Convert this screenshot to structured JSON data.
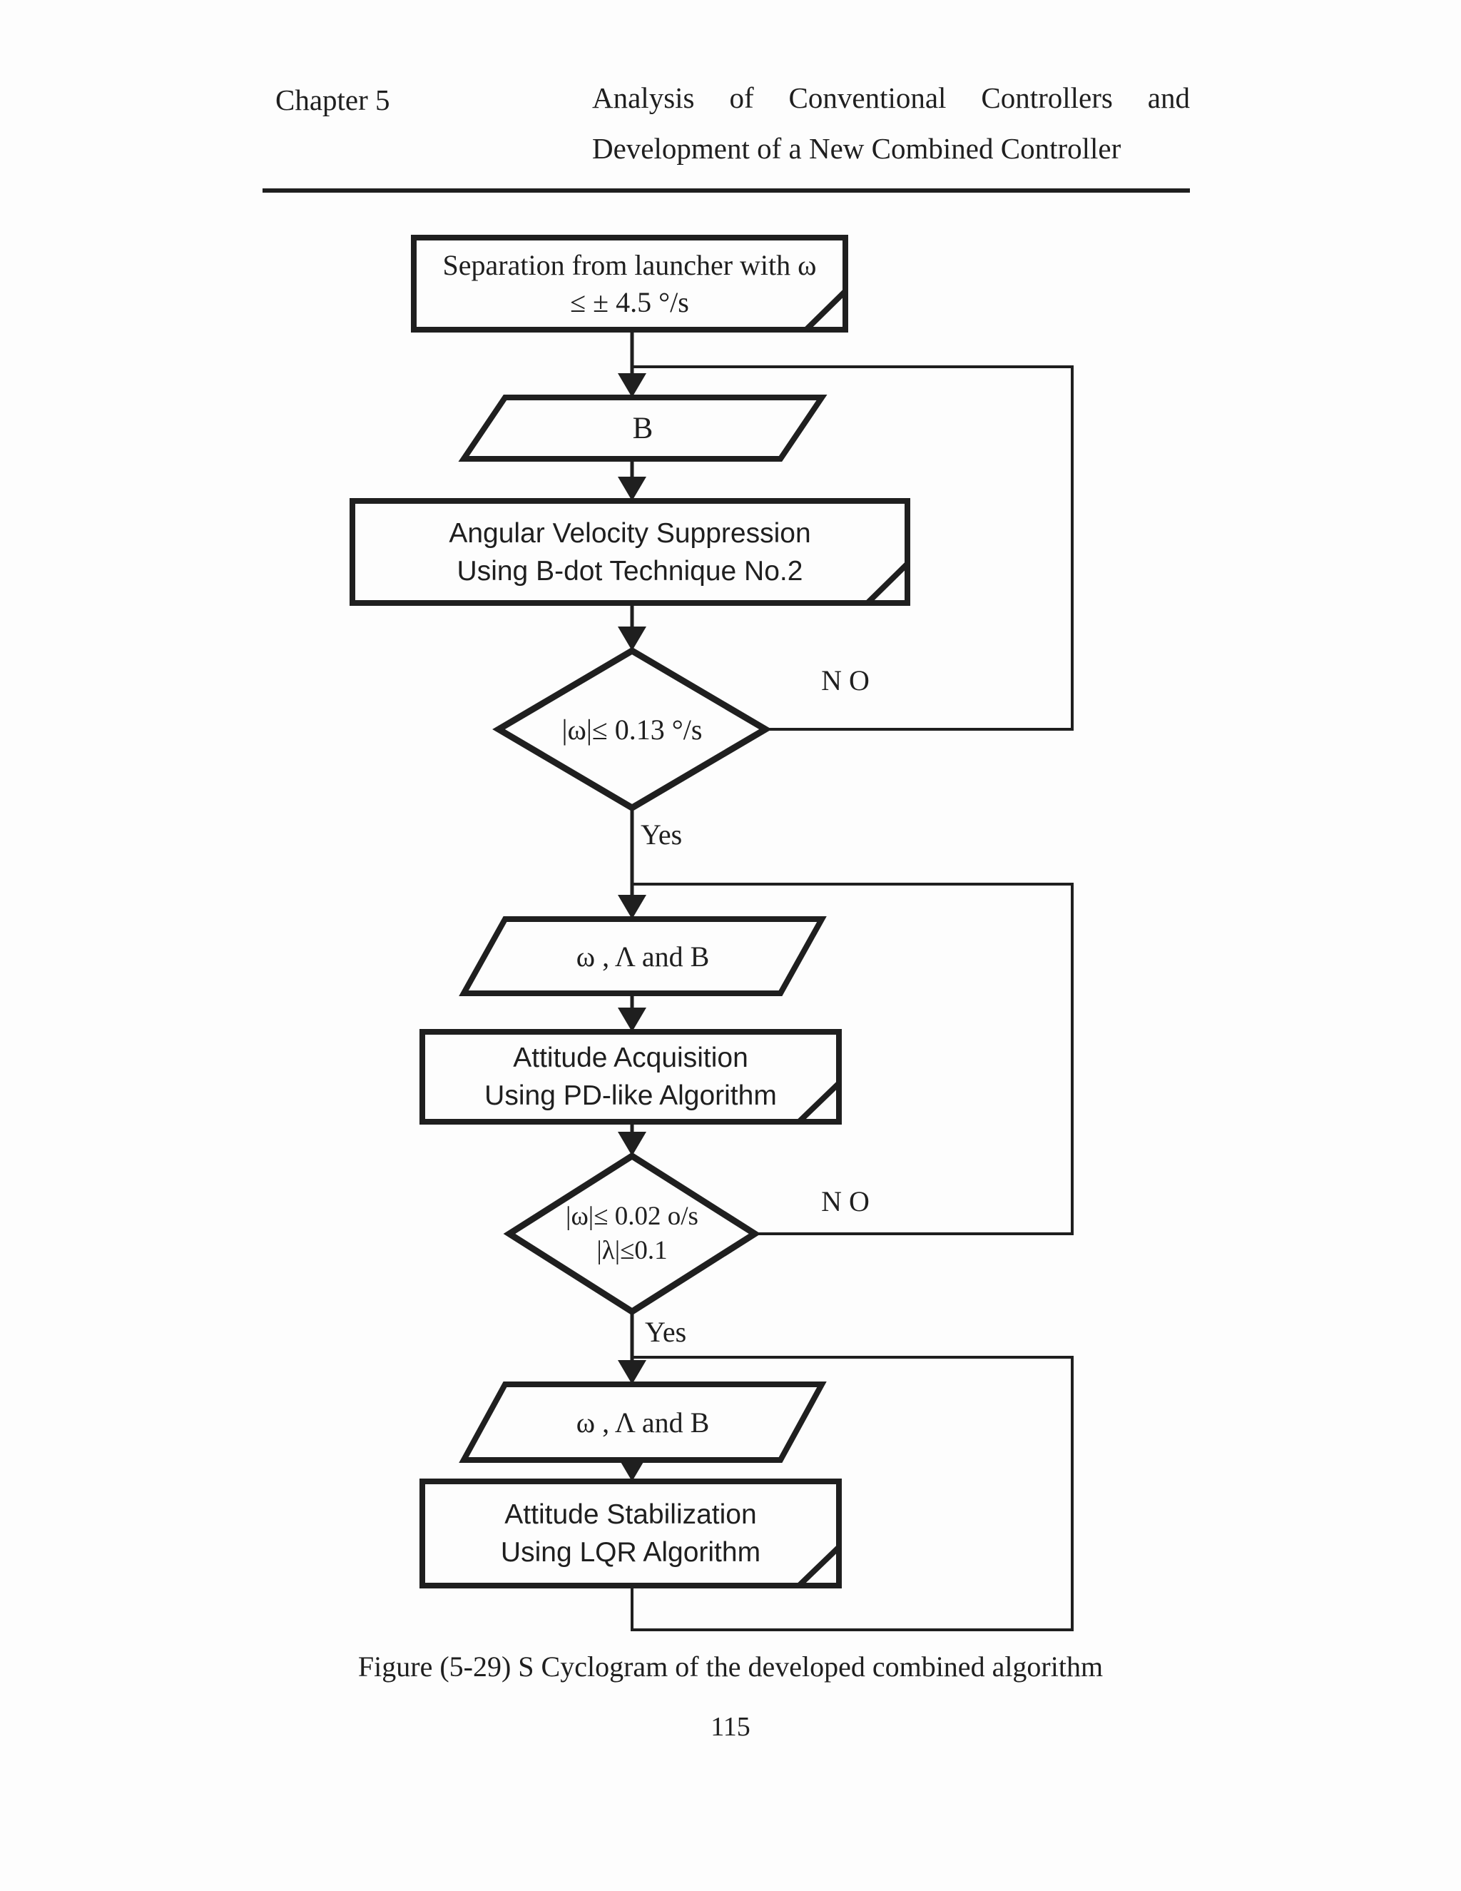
{
  "colors": {
    "ink": "#1f1f1f",
    "paper": "#fdfdfd"
  },
  "header": {
    "chapter": "Chapter 5",
    "title_line1": "Analysis of Conventional Controllers and",
    "title_line2": "Development of a New Combined Controller"
  },
  "flowchart": {
    "start_box": {
      "line1": "Separation from launcher with ω",
      "line2": "≤ ± 4.5 °/s"
    },
    "input_b": {
      "label": "B"
    },
    "process_bdot": {
      "line1": "Angular Velocity Suppression",
      "line2": "Using B-dot Technique No.2"
    },
    "decision1": {
      "condition": "|ω|≤ 0.13 °/s",
      "no_label": "N O",
      "yes_label": "Yes"
    },
    "input_wab1": {
      "label": "ω , Λ and B"
    },
    "process_pd": {
      "line1": "Attitude Acquisition",
      "line2": "Using PD-like Algorithm"
    },
    "decision2": {
      "condition_line1": "|ω|≤ 0.02 o/s",
      "condition_line2": "|λ|≤0.1",
      "no_label": "N O",
      "yes_label": "Yes"
    },
    "input_wab2": {
      "label": "ω , Λ and B"
    },
    "process_lqr": {
      "line1": "Attitude Stabilization",
      "line2": "Using LQR Algorithm"
    }
  },
  "caption": "Figure (5-29) S Cyclogram of the developed combined algorithm",
  "page_number": "115"
}
